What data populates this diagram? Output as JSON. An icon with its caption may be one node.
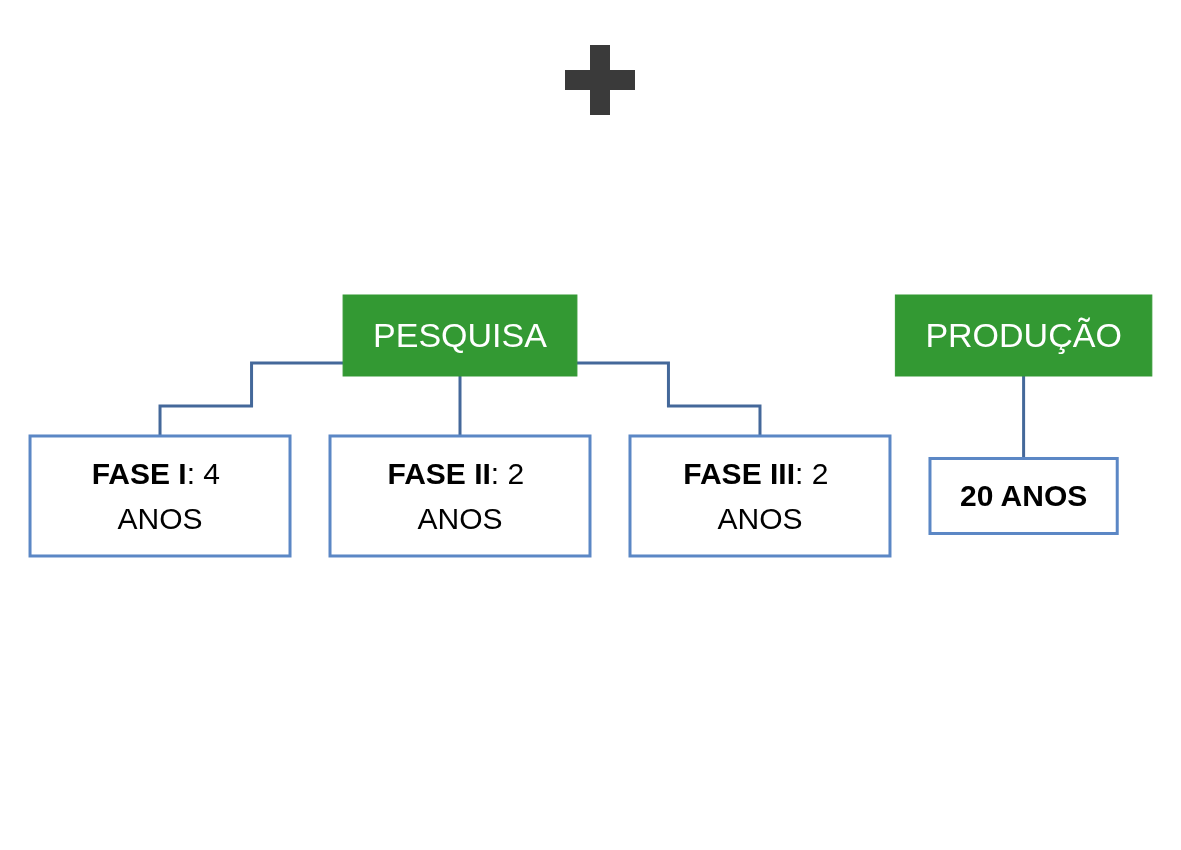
{
  "diagram": {
    "nodes": [
      {
        "text": [
          "PESQUISA"
        ]
      },
      {
        "text": [
          "**FASE I**: 4 ANOS"
        ]
      },
      {
        "text": [
          "**FASE II**: 2 ANOS"
        ]
      },
      {
        "text": [
          "**FASE III**: 2 ANOS"
        ]
      },
      {
        "text": [
          "PRODUÇÃO"
        ]
      },
      {
        "text": [
          "20 ANOS"
        ]
      }
    ],
    "edges": [
      {
        "from": 0,
        "to": 1,
        "arrow": "none"
      },
      {
        "from": 0,
        "to": 2,
        "arrow": "none"
      },
      {
        "from": 0,
        "to": 3,
        "arrow": "none"
      },
      {
        "from": 4,
        "to": 5,
        "arrow": "none"
      }
    ]
  }
}
